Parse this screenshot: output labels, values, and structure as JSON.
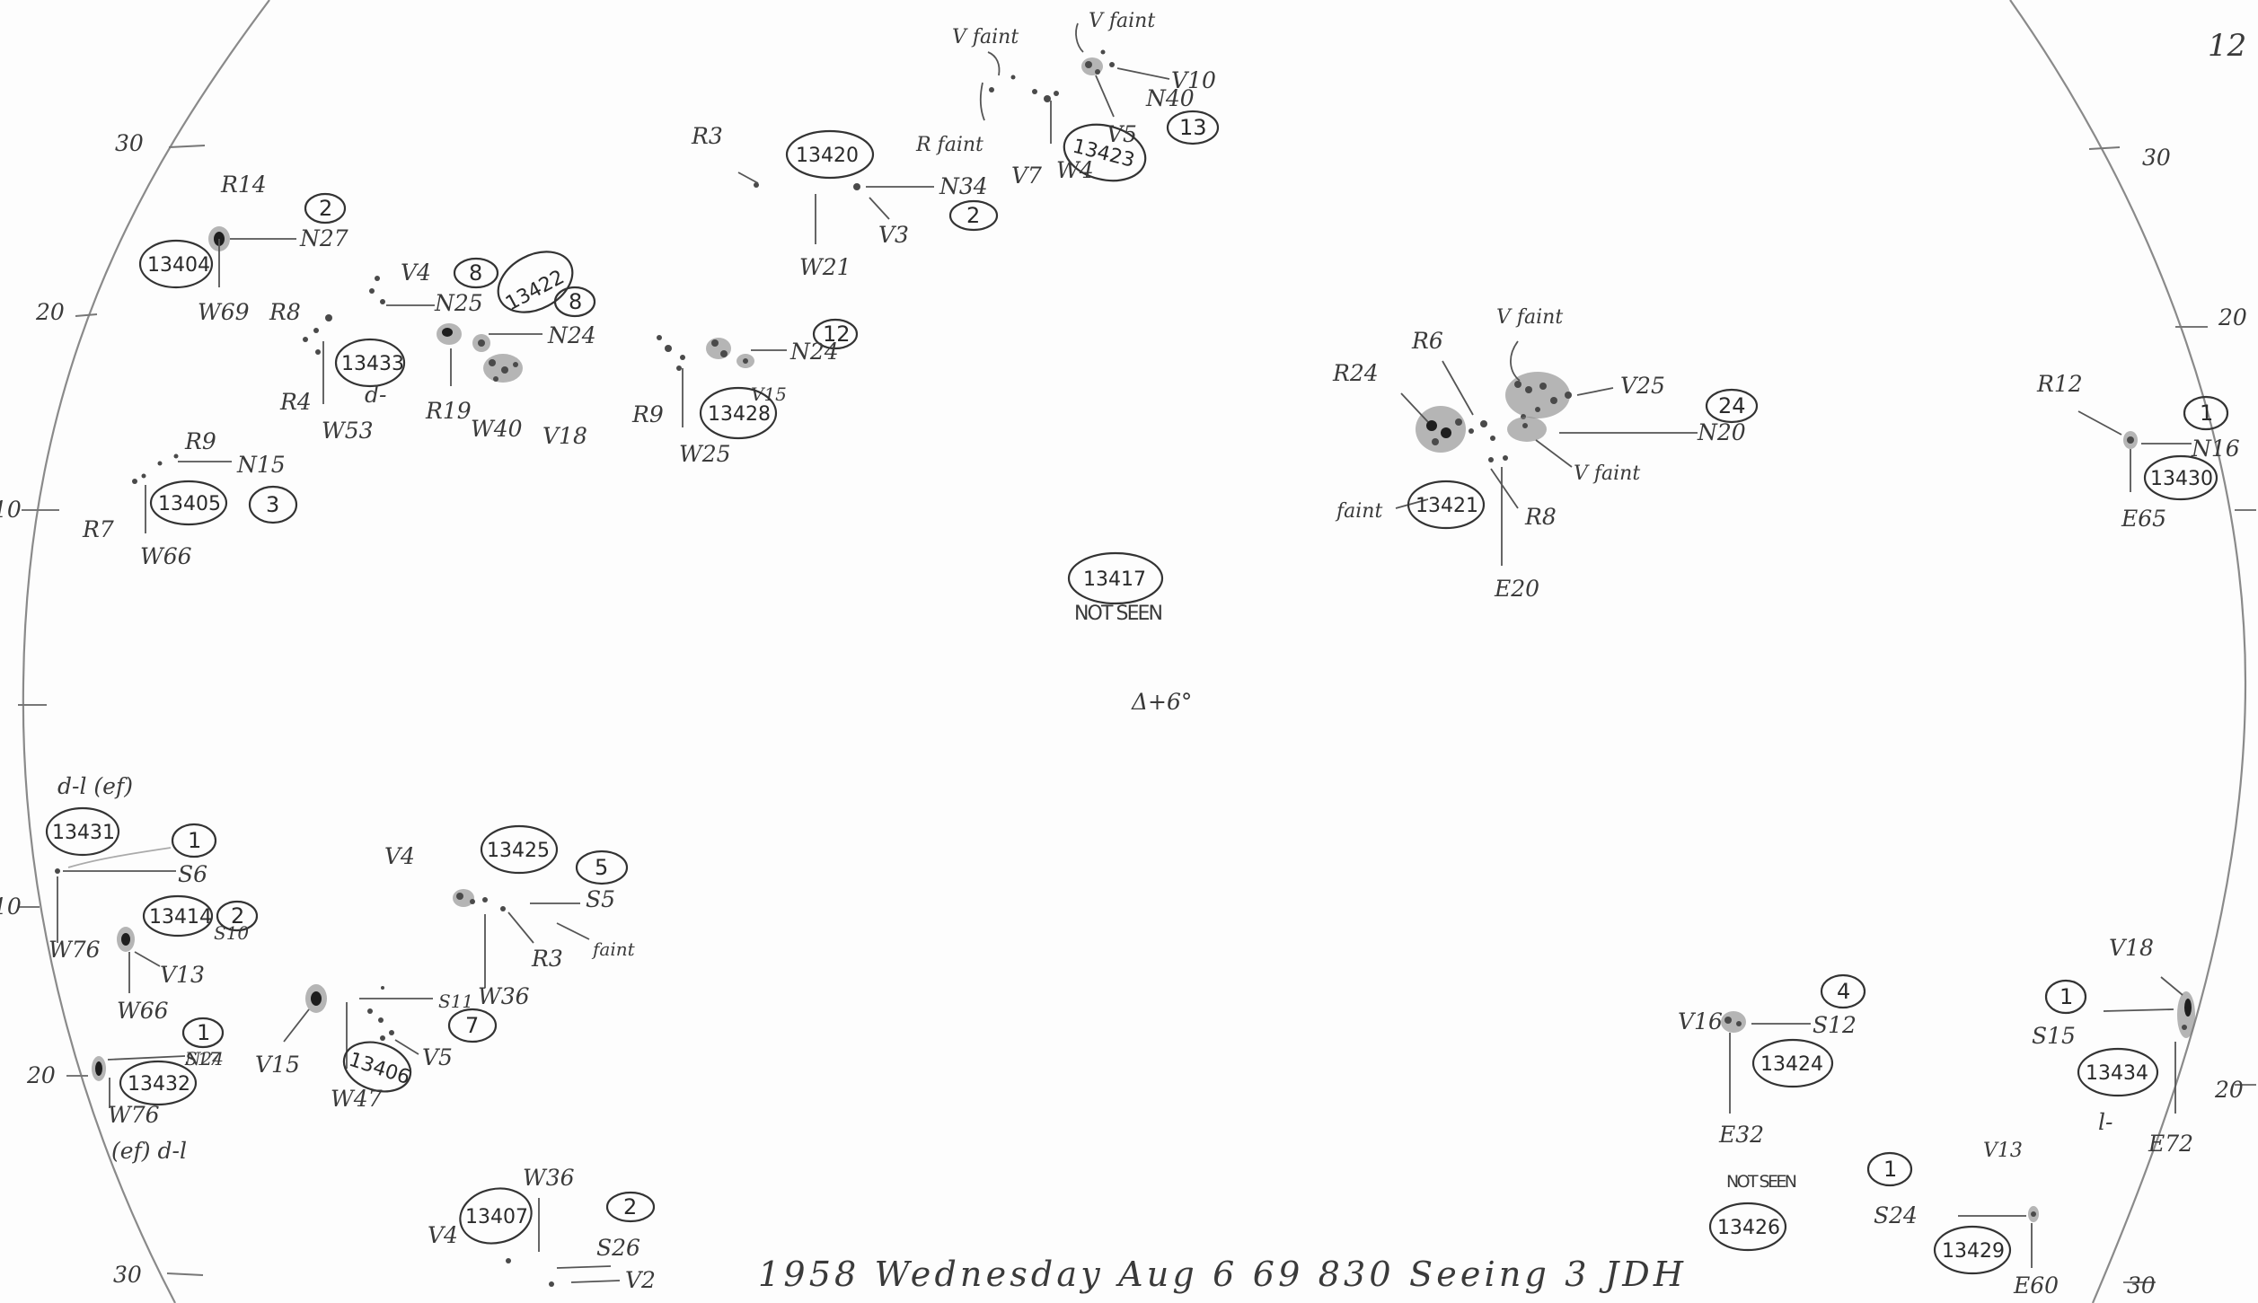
{
  "page_number": "12",
  "footer": "1958 Wednesday Aug 6 69 830 Seeing 3 JDH",
  "limb_ticks": {
    "left": [
      "30",
      "20",
      "10",
      "10",
      "20",
      "30"
    ],
    "right": [
      "30",
      "20",
      "20",
      "30"
    ]
  },
  "center_note": {
    "id": "13417",
    "status": "NOT SEEN",
    "offset": "Δ+6°"
  },
  "groups": [
    {
      "id": "13404",
      "count": "2",
      "latitude": "N27",
      "longitude": "W69",
      "spots": [
        "R14"
      ]
    },
    {
      "id": "13433",
      "count": "",
      "latitude": "N25",
      "longitude": "W53",
      "spots": [
        "R8",
        "R4",
        "V4"
      ],
      "class": "d-"
    },
    {
      "id": "13422",
      "count": "8",
      "latitude": "N24",
      "longitude": "W40",
      "spots": [
        "R19",
        "V18"
      ]
    },
    {
      "id": "13405",
      "count": "3",
      "latitude": "N15",
      "longitude": "W66",
      "spots": [
        "R9",
        "R7"
      ]
    },
    {
      "id": "13428",
      "count": "12",
      "latitude": "N24",
      "longitude": "W25",
      "spots": [
        "R9",
        "V15"
      ]
    },
    {
      "id": "13420",
      "count": "2",
      "latitude": "N34",
      "longitude": "W21",
      "spots": [
        "R3",
        "V3"
      ]
    },
    {
      "id": "13423",
      "count": "13",
      "latitude": "N40",
      "longitude": "W4",
      "spots": [
        "V faint",
        "V faint",
        "R faint",
        "V7",
        "V5",
        "V10"
      ]
    },
    {
      "id": "13421",
      "count": "24",
      "latitude": "N20",
      "longitude": "E20",
      "spots": [
        "R24",
        "R6",
        "V faint",
        "V25",
        "V faint",
        "faint",
        "R8"
      ]
    },
    {
      "id": "13430",
      "count": "1",
      "latitude": "N16",
      "longitude": "E65",
      "spots": [
        "R12"
      ]
    },
    {
      "id": "13431",
      "count": "1",
      "latitude": "S6",
      "longitude": "W76",
      "spots": [],
      "class": "d-l (ef)"
    },
    {
      "id": "13414",
      "count": "2",
      "latitude": "S10",
      "longitude": "W66",
      "spots": [
        "V13"
      ]
    },
    {
      "id": "13432",
      "count": "1",
      "latitude": "S17",
      "longitude": "W76",
      "spots": [],
      "class": "(ef) d-l"
    },
    {
      "id": "13425",
      "count": "5",
      "latitude": "S5",
      "longitude": "W36",
      "spots": [
        "V4",
        "R3",
        "faint"
      ]
    },
    {
      "id": "13406",
      "count": "7",
      "latitude": "S11",
      "longitude": "W47",
      "spots": [
        "V15",
        "V5"
      ]
    },
    {
      "id": "13407",
      "count": "2",
      "latitude": "S26",
      "longitude": "W36",
      "spots": [
        "V4",
        "V2"
      ]
    },
    {
      "id": "13424",
      "count": "4",
      "latitude": "S12",
      "longitude": "E32",
      "spots": [
        "V16"
      ]
    },
    {
      "id": "13426",
      "count": "",
      "latitude": "",
      "longitude": "",
      "spots": [],
      "status": "NOT SEEN"
    },
    {
      "id": "13429",
      "count": "1",
      "latitude": "S24",
      "longitude": "E60",
      "spots": [
        "V13"
      ]
    },
    {
      "id": "13434",
      "count": "1",
      "latitude": "S15",
      "longitude": "E72",
      "spots": [
        "V18"
      ],
      "class": "l-"
    }
  ]
}
